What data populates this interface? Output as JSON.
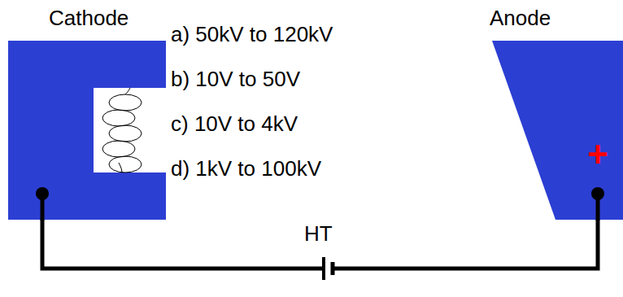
{
  "diagram": {
    "nodes": [
      {
        "text": [
          "Cathode"
        ]
      },
      {
        "text": [
          "Anode",
          "+"
        ]
      }
    ],
    "edges": [
      {
        "from": 0,
        "to": 1,
        "arrow": "none",
        "label": "HT"
      }
    ],
    "labels": [
      "a) 50kV to 120kV",
      "b) 10V to 50V",
      "c) 10V to 4kV",
      "d) 1kV to 100kV"
    ]
  }
}
